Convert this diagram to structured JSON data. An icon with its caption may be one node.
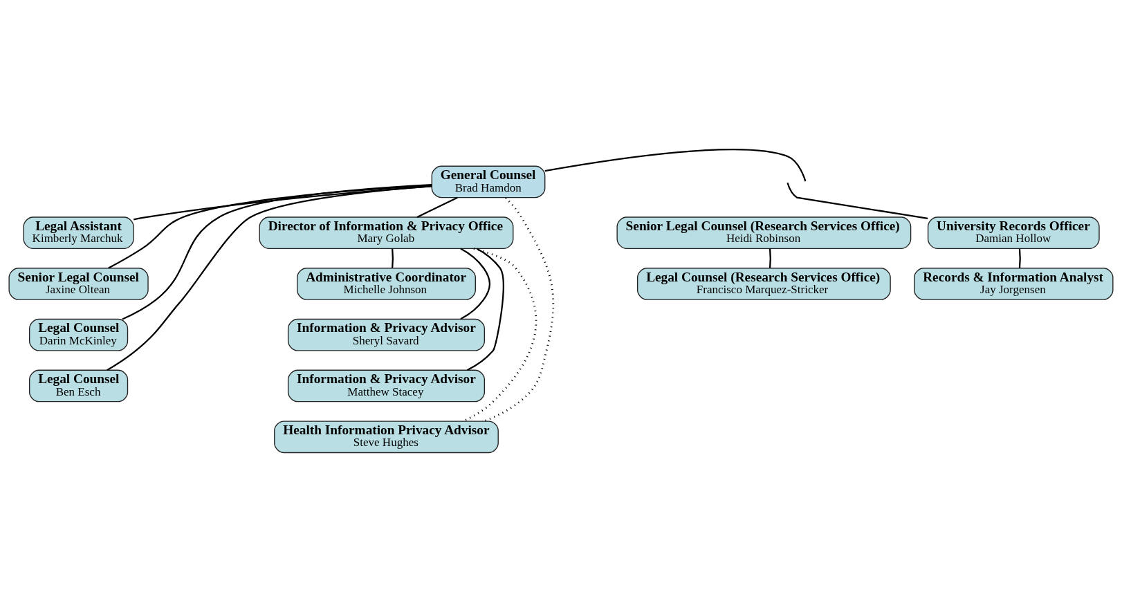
{
  "diagram": {
    "nodes": [
      {
        "text": [
          "General Counsel",
          "Brad Hamdon"
        ]
      },
      {
        "text": [
          "Legal Assistant",
          "Kimberly Marchuk"
        ]
      },
      {
        "text": [
          "Senior Legal Counsel",
          "Jaxine Oltean"
        ]
      },
      {
        "text": [
          "Legal Counsel",
          "Darin McKinley"
        ]
      },
      {
        "text": [
          "Legal Counsel",
          "Ben Esch"
        ]
      },
      {
        "text": [
          "Director of Information & Privacy Office",
          "Mary Golab"
        ]
      },
      {
        "text": [
          "Administrative Coordinator",
          "Michelle Johnson"
        ]
      },
      {
        "text": [
          "Information & Privacy Advisor",
          "Sheryl Savard"
        ]
      },
      {
        "text": [
          "Information & Privacy Advisor",
          "Matthew Stacey"
        ]
      },
      {
        "text": [
          "Health Information Privacy Advisor",
          "Steve Hughes"
        ]
      },
      {
        "text": [
          "Senior Legal Counsel (Research Services Office)",
          "Heidi Robinson"
        ]
      },
      {
        "text": [
          "Legal Counsel (Research Services Office)",
          "Francisco Marquez-Stricker"
        ]
      },
      {
        "text": [
          "University Records Officer",
          "Damian Hollow"
        ]
      },
      {
        "text": [
          "Records & Information Analyst",
          "Jay Jorgensen"
        ]
      }
    ],
    "edges": [
      {
        "from": 0,
        "to": 1,
        "arrow": "none"
      },
      {
        "from": 0,
        "to": 2,
        "arrow": "none"
      },
      {
        "from": 0,
        "to": 3,
        "arrow": "none"
      },
      {
        "from": 0,
        "to": 4,
        "arrow": "none"
      },
      {
        "from": 0,
        "to": 5,
        "arrow": "none"
      },
      {
        "from": 5,
        "to": 6,
        "arrow": "none"
      },
      {
        "from": 5,
        "to": 7,
        "arrow": "none"
      },
      {
        "from": 5,
        "to": 8,
        "arrow": "none"
      },
      {
        "from": 5,
        "to": 9,
        "arrow": "none",
        "style": "dashed"
      },
      {
        "from": 0,
        "to": 9,
        "arrow": "none",
        "style": "dashed"
      },
      {
        "from": 10,
        "to": 11,
        "arrow": "none"
      },
      {
        "from": 12,
        "to": 13,
        "arrow": "none"
      },
      {
        "from": 0,
        "to": null,
        "arrow": "none"
      },
      {
        "from": 12,
        "to": null,
        "arrow": "none"
      }
    ]
  }
}
